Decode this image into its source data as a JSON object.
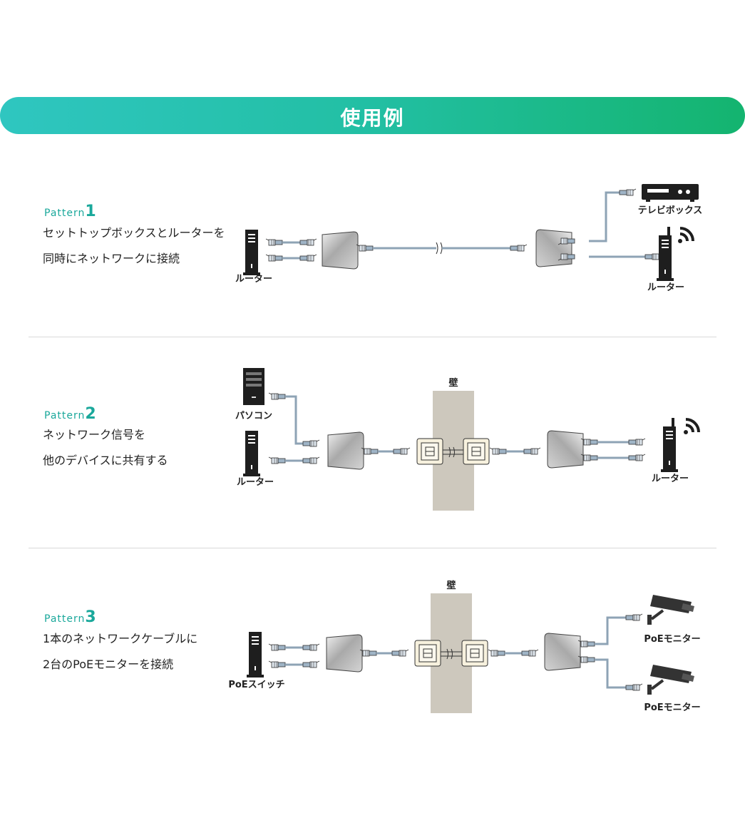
{
  "header": {
    "title": "使用例"
  },
  "pattern_word": "Pattern",
  "patterns": [
    {
      "number": "1",
      "lines": [
        "セットトップボックスとルーターを",
        "同時にネットワークに接続"
      ],
      "labels": {
        "left_device": "ルーター",
        "right_top": "テレビボックス",
        "right_bottom": "ルーター"
      }
    },
    {
      "number": "2",
      "lines": [
        "ネットワーク信号を",
        "他のデバイスに共有する"
      ],
      "labels": {
        "left_top": "パソコン",
        "left_bottom": "ルーター",
        "wall": "壁",
        "right": "ルーター"
      }
    },
    {
      "number": "3",
      "lines": [
        "1本のネットワークケーブルに",
        "2台のPoEモニターを接続"
      ],
      "labels": {
        "left": "PoEスイッチ",
        "wall": "壁",
        "right_top": "PoEモニター",
        "right_bottom": "PoEモニター"
      }
    }
  ],
  "colors": {
    "banner_start": "#2fc6c0",
    "banner_end": "#14b46f",
    "pattern_accent": "#1aa89b",
    "wall": "#cdc8bd",
    "cable": "#8ea3b5"
  }
}
